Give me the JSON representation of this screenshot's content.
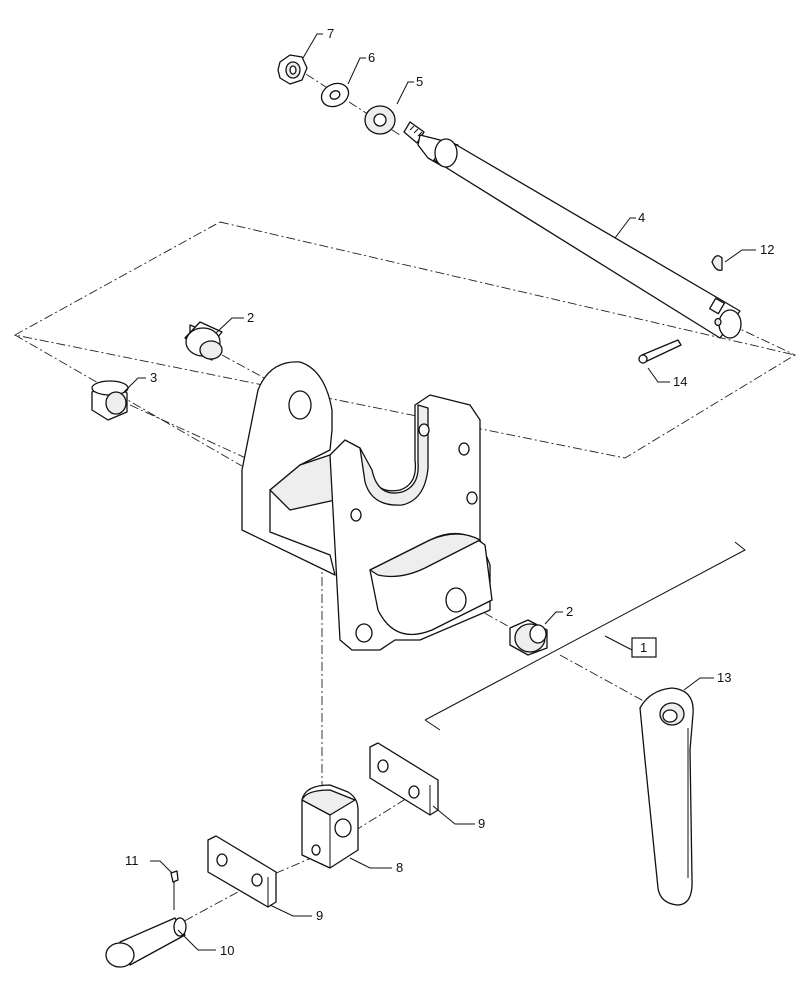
{
  "callouts": [
    {
      "id": "c7",
      "label": "7"
    },
    {
      "id": "c6",
      "label": "6"
    },
    {
      "id": "c5",
      "label": "5"
    },
    {
      "id": "c4",
      "label": "4"
    },
    {
      "id": "c12",
      "label": "12"
    },
    {
      "id": "c14",
      "label": "14"
    },
    {
      "id": "c2a",
      "label": "2"
    },
    {
      "id": "c3",
      "label": "3"
    },
    {
      "id": "c2b",
      "label": "2"
    },
    {
      "id": "c1",
      "label": "1"
    },
    {
      "id": "c13",
      "label": "13"
    },
    {
      "id": "c9a",
      "label": "9"
    },
    {
      "id": "c8",
      "label": "8"
    },
    {
      "id": "c11",
      "label": "11"
    },
    {
      "id": "c9b",
      "label": "9"
    },
    {
      "id": "c10",
      "label": "10"
    }
  ]
}
